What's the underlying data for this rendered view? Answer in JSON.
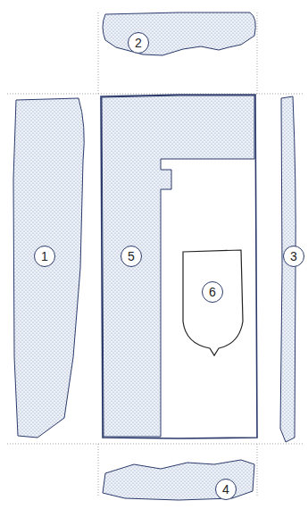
{
  "diagram": {
    "labels": [
      "2",
      "1",
      "5",
      "6",
      "3",
      "4"
    ]
  }
}
